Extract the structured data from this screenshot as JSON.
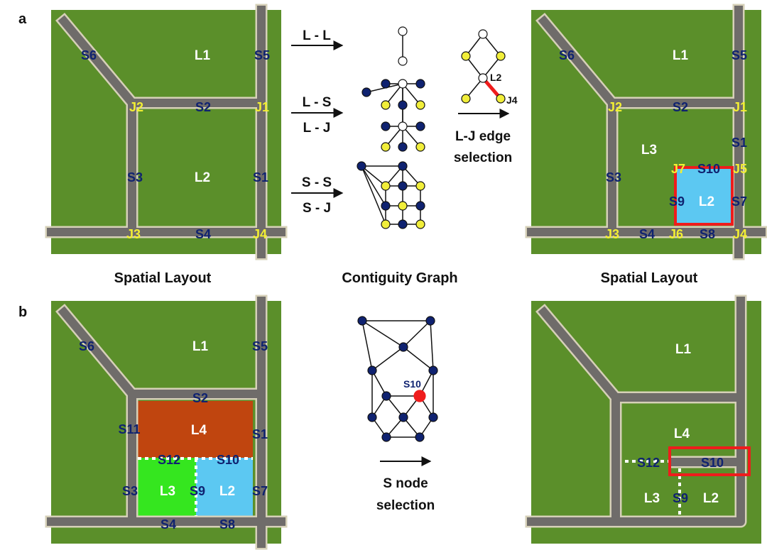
{
  "panels": [
    {
      "id": "a",
      "label": "a"
    },
    {
      "id": "b",
      "label": "b"
    }
  ],
  "captions": {
    "left": "Spatial Layout",
    "middle": "Contiguity Graph",
    "right": "Spatial Layout"
  },
  "arrows_a": {
    "ll": "L - L",
    "ls": "L - S",
    "lj": "L - J",
    "ss": "S - S",
    "sj": "S - J",
    "edge_line1": "L-J edge",
    "edge_line2": "selection",
    "edge_node": "L2",
    "edge_target": "J4"
  },
  "arrows_b": {
    "line1": "S node",
    "line2": "selection",
    "node": "S10"
  },
  "map_a_left": {
    "lots": [
      "L1",
      "L2"
    ],
    "streets": [
      "S1",
      "S2",
      "S3",
      "S4",
      "S5",
      "S6"
    ],
    "junctions": [
      "J1",
      "J2",
      "J3",
      "J4"
    ]
  },
  "map_a_right": {
    "lots": [
      "L1",
      "L2",
      "L3"
    ],
    "streets": [
      "S1",
      "S2",
      "S3",
      "S4",
      "S5",
      "S6",
      "S7",
      "S8",
      "S9",
      "S10"
    ],
    "junctions": [
      "J1",
      "J2",
      "J3",
      "J4",
      "J5",
      "J6",
      "J7"
    ]
  },
  "map_b_left": {
    "lots": [
      "L1",
      "L2",
      "L3",
      "L4"
    ],
    "streets": [
      "S1",
      "S2",
      "S3",
      "S4",
      "S5",
      "S6",
      "S7",
      "S8",
      "S9",
      "S10",
      "S11",
      "S12"
    ]
  },
  "map_b_right": {
    "lots": [
      "L1",
      "L2",
      "L3",
      "L4"
    ],
    "streets": [
      "S9",
      "S10",
      "S12"
    ]
  },
  "colors": {
    "grass": "#5b8f2a",
    "road": "#6f6c6a",
    "road_edge": "#d6d0b8",
    "lot_blue": "#5cc8f2",
    "lot_green": "#35e61f",
    "lot_orange": "#c0450f",
    "highlight_red": "#ef1c1c",
    "node_navy": "#0f2270",
    "node_yellow": "#f1ee3a",
    "node_white": "#ffffff",
    "text_navy": "#0f2270",
    "text_yellow": "#f2ef33"
  }
}
